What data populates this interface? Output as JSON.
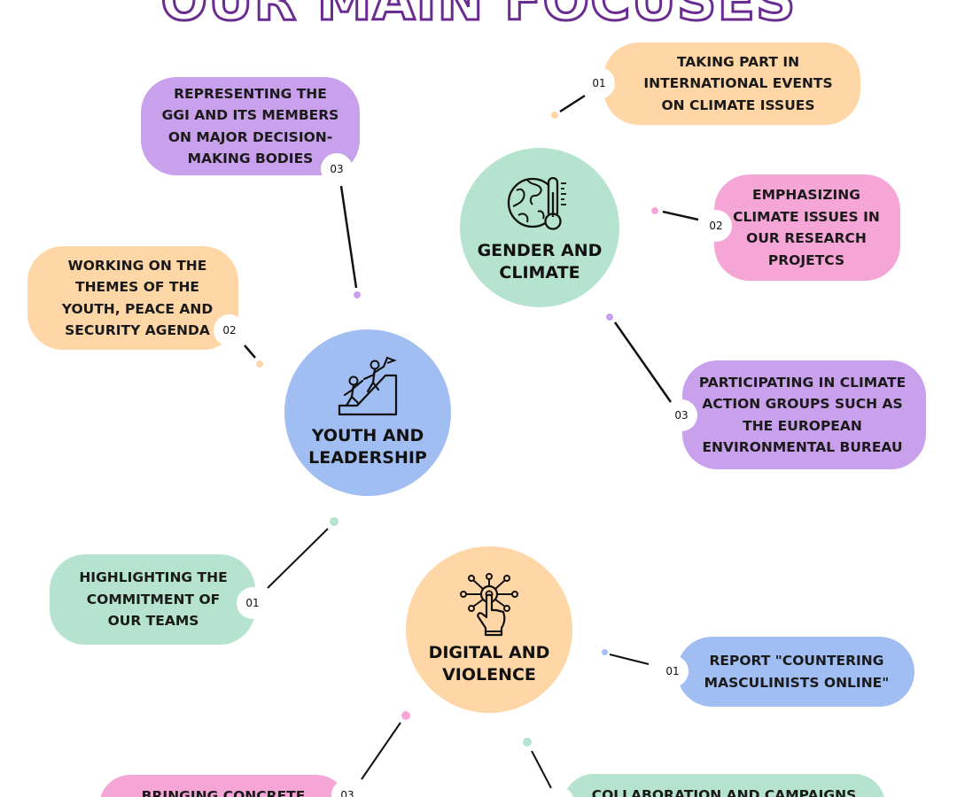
{
  "title": "OUR MAIN FOCUSES",
  "colors": {
    "purple": "#c9a0ec",
    "orange": "#ffd6a6",
    "green": "#b5e3cf",
    "pink": "#f6a6d6",
    "blue": "#a1bef3",
    "title_stroke": "#6a2c91"
  },
  "hubs": {
    "gender": {
      "label": "GENDER AND CLIMATE",
      "icon": "earth-thermometer-icon"
    },
    "youth": {
      "label": "YOUTH AND LEADERSHIP",
      "icon": "climbing-people-flag-icon"
    },
    "digital": {
      "label": "DIGITAL AND VIOLENCE",
      "icon": "touch-network-icon"
    }
  },
  "items": {
    "gender_01": {
      "number": "01",
      "text": "TAKING PART IN INTERNATIONAL EVENTS ON CLIMATE ISSUES"
    },
    "gender_02": {
      "number": "02",
      "text": "EMPHASIZING CLIMATE ISSUES IN OUR RESEARCH PROJETCS"
    },
    "gender_03": {
      "number": "03",
      "text": "PARTICIPATING IN CLIMATE ACTION GROUPS SUCH AS THE EUROPEAN ENVIRONMENTAL BUREAU"
    },
    "youth_01": {
      "number": "01",
      "text": "HIGHLIGHTING THE COMMITMENT OF OUR TEAMS"
    },
    "youth_02": {
      "number": "02",
      "text": "WORKING ON THE THEMES OF THE YOUTH, PEACE AND SECURITY AGENDA"
    },
    "youth_03": {
      "number": "03",
      "text": "REPRESENTING THE GGI AND ITS MEMBERS ON MAJOR DECISION-MAKING BODIES"
    },
    "digital_01": {
      "number": "01",
      "text": "REPORT \"COUNTERING MASCULINISTS ONLINE\""
    },
    "digital_02": {
      "number": "",
      "text": "COLLABORATION AND CAMPAIGNS"
    },
    "digital_03": {
      "number": "03",
      "text": "BRINGING CONCRETE"
    }
  }
}
